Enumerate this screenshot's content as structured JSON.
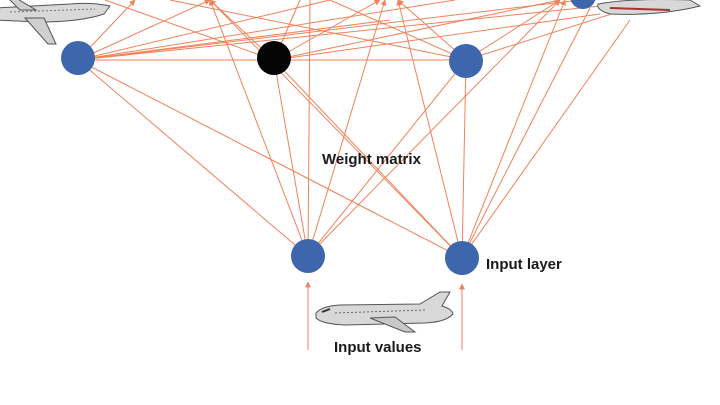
{
  "labels": {
    "weight_matrix": "Weight matrix",
    "input_layer": "Input layer",
    "input_values": "Input values"
  },
  "colors": {
    "node": "#3d66ad",
    "active_node": "#050505",
    "connection": "#f0825a",
    "airplane_body": "#d8d8d8",
    "airplane_outline": "#555555"
  },
  "icons": {
    "input_image": "airplane-icon",
    "top_left_image": "airplane-icon",
    "top_right_image": "airplane-icon"
  }
}
